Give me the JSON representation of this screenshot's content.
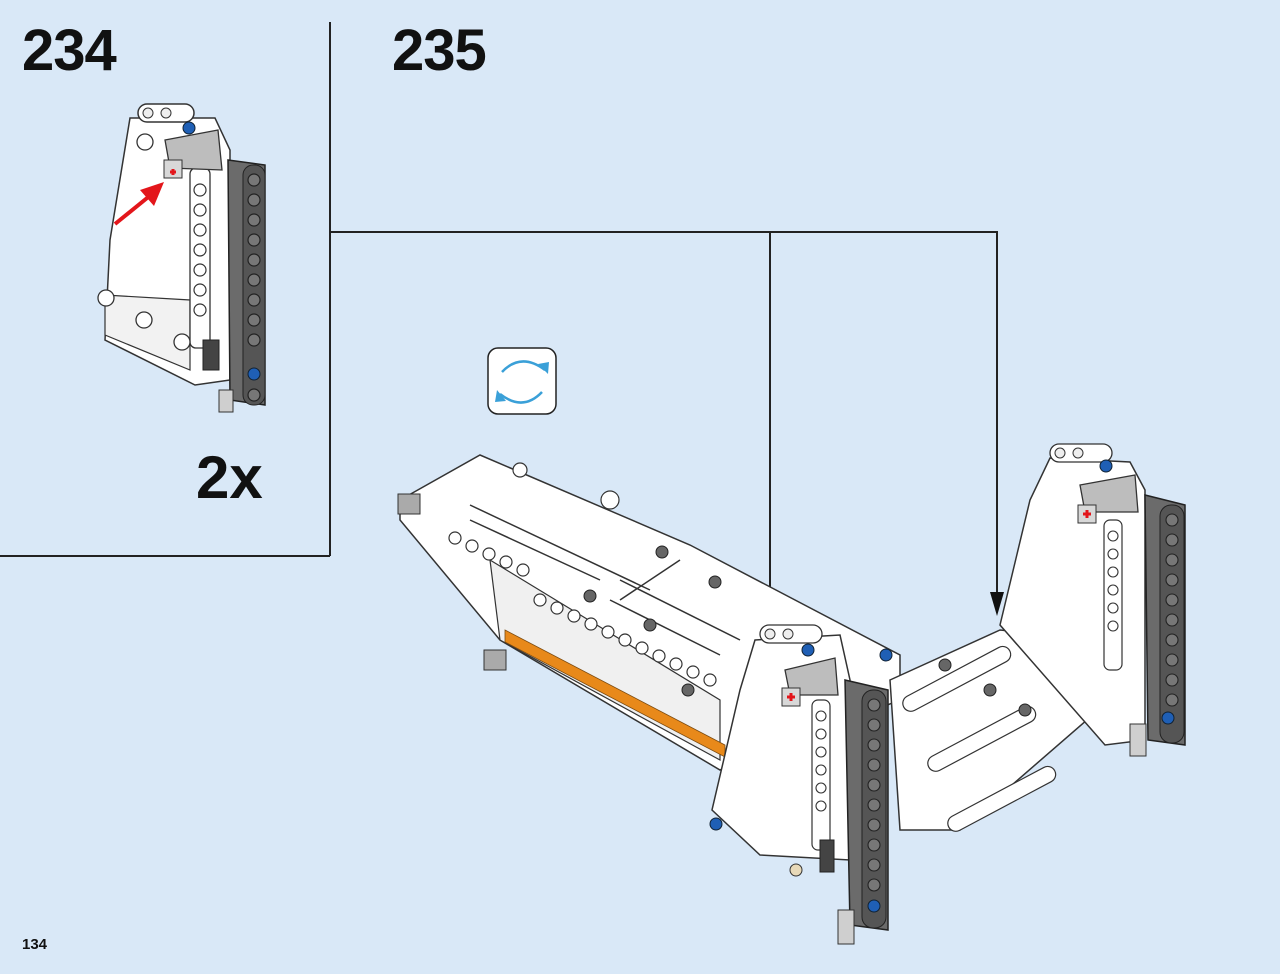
{
  "steps": [
    {
      "number": "234",
      "multiplier": "2x"
    },
    {
      "number": "235"
    }
  ],
  "page_number": "134",
  "icons": {
    "rotate": "rotate-model-icon",
    "callout_arrow": "red-pointer-arrow-icon"
  },
  "colors": {
    "background": "#d9e8f7",
    "callout_border": "#222222",
    "arrow_red": "#e3161b",
    "rotate_blue": "#3aa0d8",
    "pin_blue": "#1f5fb5",
    "accent_orange": "#e8891a",
    "beam_gray": "#6b6b6b"
  }
}
